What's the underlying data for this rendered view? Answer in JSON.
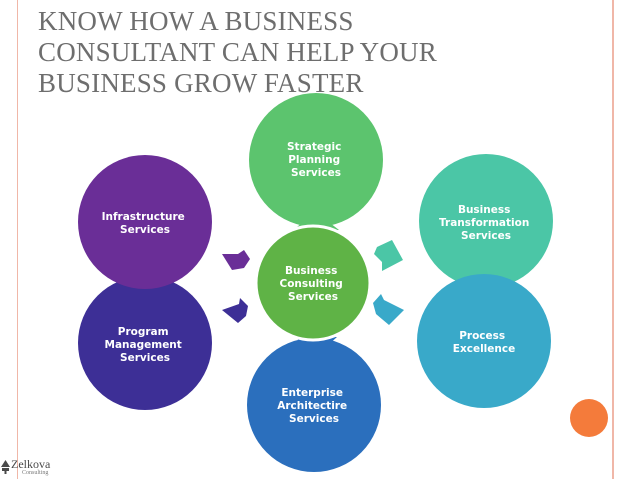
{
  "title": "KNOW HOW A BUSINESS\nCONSULTANT CAN HELP YOUR\nBUSINESS GROW FASTER",
  "diagram": {
    "center": {
      "lines": [
        "Business",
        "Consulting",
        "Services"
      ],
      "color": "#5fb346"
    },
    "nodes": [
      {
        "id": "strategic-planning",
        "lines": [
          "Strategic",
          "Planning",
          "Services"
        ],
        "color": "#5cc46e"
      },
      {
        "id": "business-transformation",
        "lines": [
          "Business",
          "Transformation",
          "Services"
        ],
        "color": "#4bc6a6"
      },
      {
        "id": "process-excellence",
        "lines": [
          "Process",
          "Excellence"
        ],
        "color": "#39a9c9"
      },
      {
        "id": "enterprise-architecture",
        "lines": [
          "Enterprise",
          "Architectire",
          "Services"
        ],
        "color": "#2b6fbd"
      },
      {
        "id": "program-management",
        "lines": [
          "Program",
          "Management",
          "Services"
        ],
        "color": "#3d2f96"
      },
      {
        "id": "infrastructure",
        "lines": [
          "Infrastructure",
          "Services"
        ],
        "color": "#6a2e97"
      }
    ]
  },
  "logo": {
    "name": "Zelkova",
    "tagline": "Consulting"
  },
  "colors": {
    "accent_dot": "#f47b3b",
    "rule": "#f0b7a8",
    "title": "#6e6e6e"
  }
}
